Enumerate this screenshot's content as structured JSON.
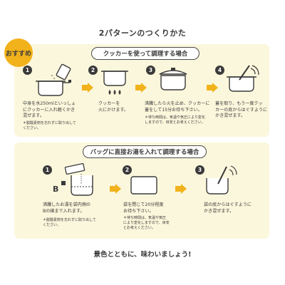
{
  "title": "2パターンのつくりかた",
  "badge": "おすすめ",
  "section1": {
    "heading": "クッカーを使って調理する場合",
    "steps": [
      {
        "num": "1",
        "text": "中身を水250mlといっしょ\nにクッカーに入れ軽くかき\n混ぜます。",
        "note": "＊脱酸素剤を忘れずに取り出して\nください。"
      },
      {
        "num": "2",
        "text": "クッカーを\n火にかけます。",
        "note": ""
      },
      {
        "num": "3",
        "text": "沸騰したら火を止め、クッカーに\n蓋をして15分お待ち下さい。",
        "note": "＊待ち時間は、気温や気圧により変化\nしますので、目安とお考えください。"
      },
      {
        "num": "4",
        "text": "蓋を取り、もう一度クッ\nカーの底からはぐすように\nかき混ぜます。",
        "note": ""
      }
    ]
  },
  "section2": {
    "heading": "バッグに直接お湯を入れて調理する場合",
    "marker": "B",
    "steps": [
      {
        "num": "1",
        "text": "沸騰したお湯を袋内側の\nBの線まで入れます。",
        "note": "＊脱酸素剤を忘れずに取り出して\nください。"
      },
      {
        "num": "2",
        "text": "袋を閉じて20分程度\nお待ち下さい。",
        "note": "＊待ち時間は、気温や気圧\nにより変化しますので、目安\nとお考えください。"
      },
      {
        "num": "3",
        "text": "袋の底からはぐすように\nかき混ぜます。",
        "note": ""
      }
    ]
  },
  "footer": "景色とともに、味わいましょう!",
  "colors": {
    "panel": "#fbf7dc",
    "accent": "#f2b21b",
    "arrow": "#f2b21b",
    "ink": "#3a3a3a"
  }
}
